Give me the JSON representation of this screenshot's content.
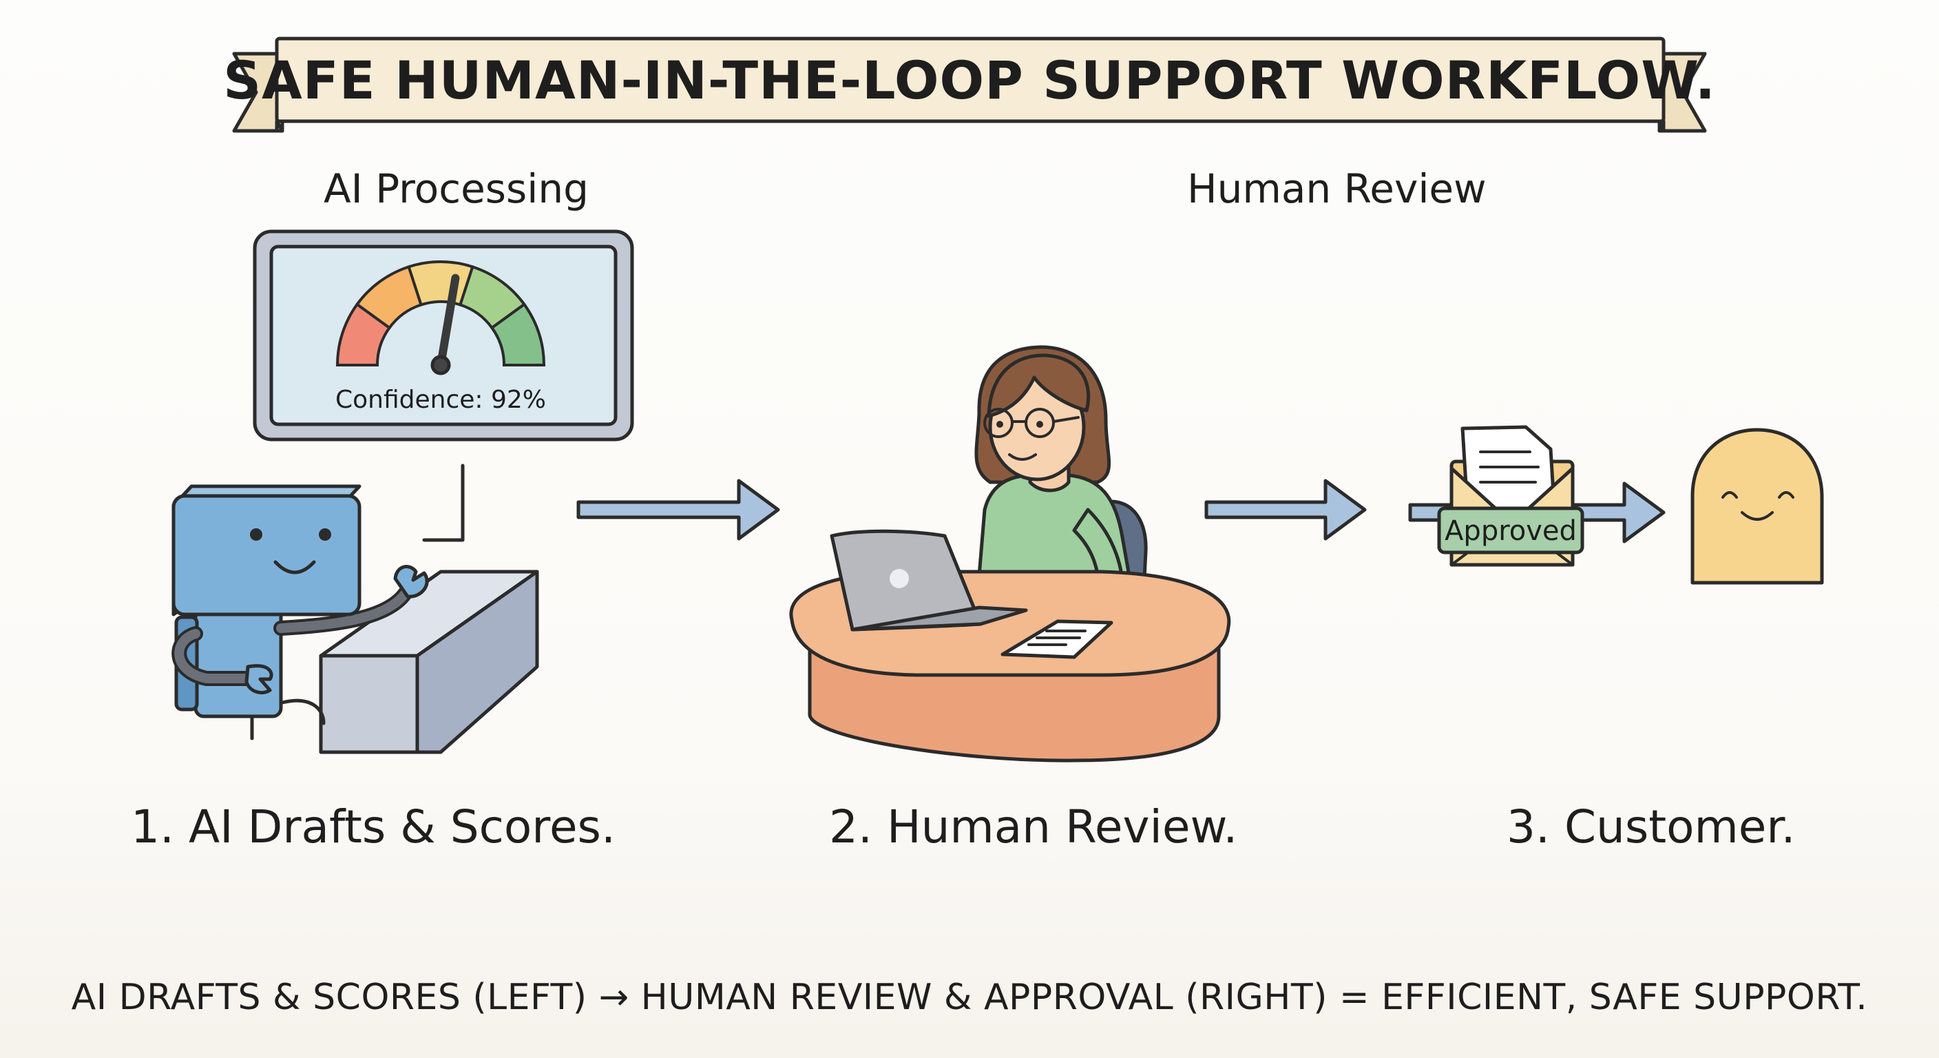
{
  "title": "SAFE HUMAN-IN-THE-LOOP SUPPORT WORKFLOW.",
  "section_labels": {
    "ai": "AI Processing",
    "human": "Human Review"
  },
  "monitor": {
    "confidence_text": "Confidence: 92%",
    "confidence_value": 0.92
  },
  "envelope": {
    "badge": "Approved"
  },
  "steps": [
    "1. AI Drafts & Scores.",
    "2. Human Review.",
    "3. Customer."
  ],
  "footer": "AI DRAFTS & SCORES (LEFT) → HUMAN REVIEW & APPROVAL (RIGHT) = EFFICIENT, SAFE SUPPORT.",
  "colors": {
    "robot": "#7eb1d9",
    "arrow": "#a9c3de",
    "gauge": [
      "#f08a76",
      "#f6b466",
      "#f3d484",
      "#a6d18c",
      "#84c08a"
    ],
    "desk": "#f3b98f",
    "customer": "#f8d58f",
    "banner": "#f7ecd5"
  }
}
